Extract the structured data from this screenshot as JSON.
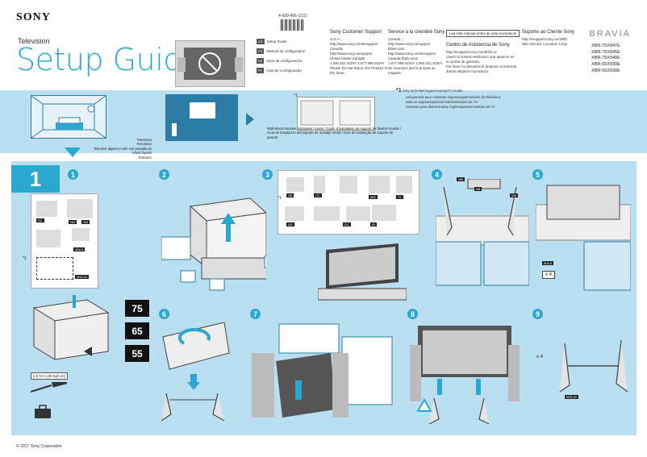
{
  "brand": "SONY",
  "product_label": "Television",
  "title": "Setup Guide",
  "doc_code": "4-690-456-11(1)",
  "languages": [
    {
      "code": "US",
      "label": "Setup Guide"
    },
    {
      "code": "FR",
      "label": "Manuel de configuration"
    },
    {
      "code": "ES",
      "label": "Guía de configuración"
    },
    {
      "code": "PT",
      "label": "Guia de Configuração"
    }
  ],
  "support": {
    "en_title": "Sony Customer Support",
    "en_lines": [
      "U.S.A.:",
      "http://www.sony.com/tvsupport",
      "Canada:",
      "http://www.sony.ca/support",
      "United States    Canada",
      "1.800.222.SONY   1.877.899.SONY",
      "Please Do Not Return the Product to the Store"
    ],
    "fr_title": "Service à la clientèle Sony",
    "fr_lines": [
      "Canada :",
      "http://www.sony.ca/support",
      "États-Unis :",
      "http://www.sony.com/tvsupport",
      "Canada    États-Unis",
      "1.877.899.SONY   1.800.222.SONY",
      "Ne renvoyez pas le produit au magasin"
    ],
    "es_box": "Lea este manual antes de usar el producto",
    "es_title": "Centro de Asistencia de Sony",
    "es_lines": [
      "http://esupport.sony.com/ES/LA/",
      "Llame al número telefónico que aparece en su póliza de garantía.",
      "Por favor no devuelva el producto a la tienda donde adquirió el producto."
    ],
    "pt_title": "Suporte ao Cliente Sony",
    "pt_lines": [
      "http://esupport.sony.com/BR/",
      "Não devolva o produto à loja"
    ]
  },
  "series": "BRAVIA",
  "models": [
    "XBR-75X947E",
    "XBR-75X945E",
    "XBR-75X940E",
    "XBR-65X930E",
    "XBR-55X930E"
  ],
  "top_band": {
    "tv_caption": [
      "Television",
      "Televiseur",
      "Televisor digital a color con pantalla de cristal líquido",
      "Televisor"
    ],
    "wall_caption": "Wall-Mount Bracket Installation Guide / Guide d'installation du support de fixation murale / Guía de instalación del soporte de montaje mural / Guia de instalação do suporte de parede",
    "note_mark": "*1",
    "note_lines": [
      "Only on limited region/country/TV model.",
      "Uniquement pour certaines régions/pays/modèles de téléviseur.",
      "Solo en regiones/países/modelos/Modelo de TV.",
      "Somente para determinadas regiões/países/modelos de TV."
    ]
  },
  "section_number": "1",
  "steps": [
    "1",
    "2",
    "3",
    "4",
    "5",
    "6",
    "7",
    "8",
    "9"
  ],
  "parts": {
    "step1": [
      "SC",
      "SM",
      "SM",
      "M4L8",
      "MSL16"
    ],
    "step3": [
      "SB",
      "CC",
      "MM",
      "TC",
      "AD",
      "DC",
      "IR"
    ],
    "step4": [
      "SM",
      "SB",
      "SM"
    ],
    "step5_screw": "M4L8",
    "step5_count": "x 4",
    "step9_count": "x 4",
    "step9_screw": "MSL16"
  },
  "sizes": [
    "75",
    "65",
    "55"
  ],
  "screwdriver_note": "3.5 N·m {35 kgf·cm}",
  "footnote_mark": "*1",
  "copyright": "© 2017 Sony Corporation"
}
